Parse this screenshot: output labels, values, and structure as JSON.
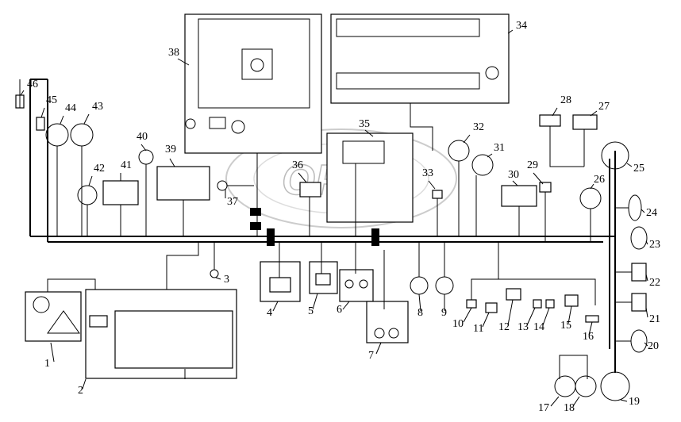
{
  "watermark": "OPEX",
  "labels": [
    "1",
    "2",
    "3",
    "4",
    "5",
    "6",
    "7",
    "8",
    "9",
    "10",
    "11",
    "12",
    "13",
    "14",
    "15",
    "16",
    "17",
    "18",
    "19",
    "20",
    "21",
    "22",
    "23",
    "24",
    "25",
    "26",
    "27",
    "28",
    "29",
    "30",
    "31",
    "32",
    "33",
    "34",
    "35",
    "36",
    "37",
    "38",
    "39",
    "40",
    "41",
    "42",
    "43",
    "44",
    "45",
    "46"
  ]
}
